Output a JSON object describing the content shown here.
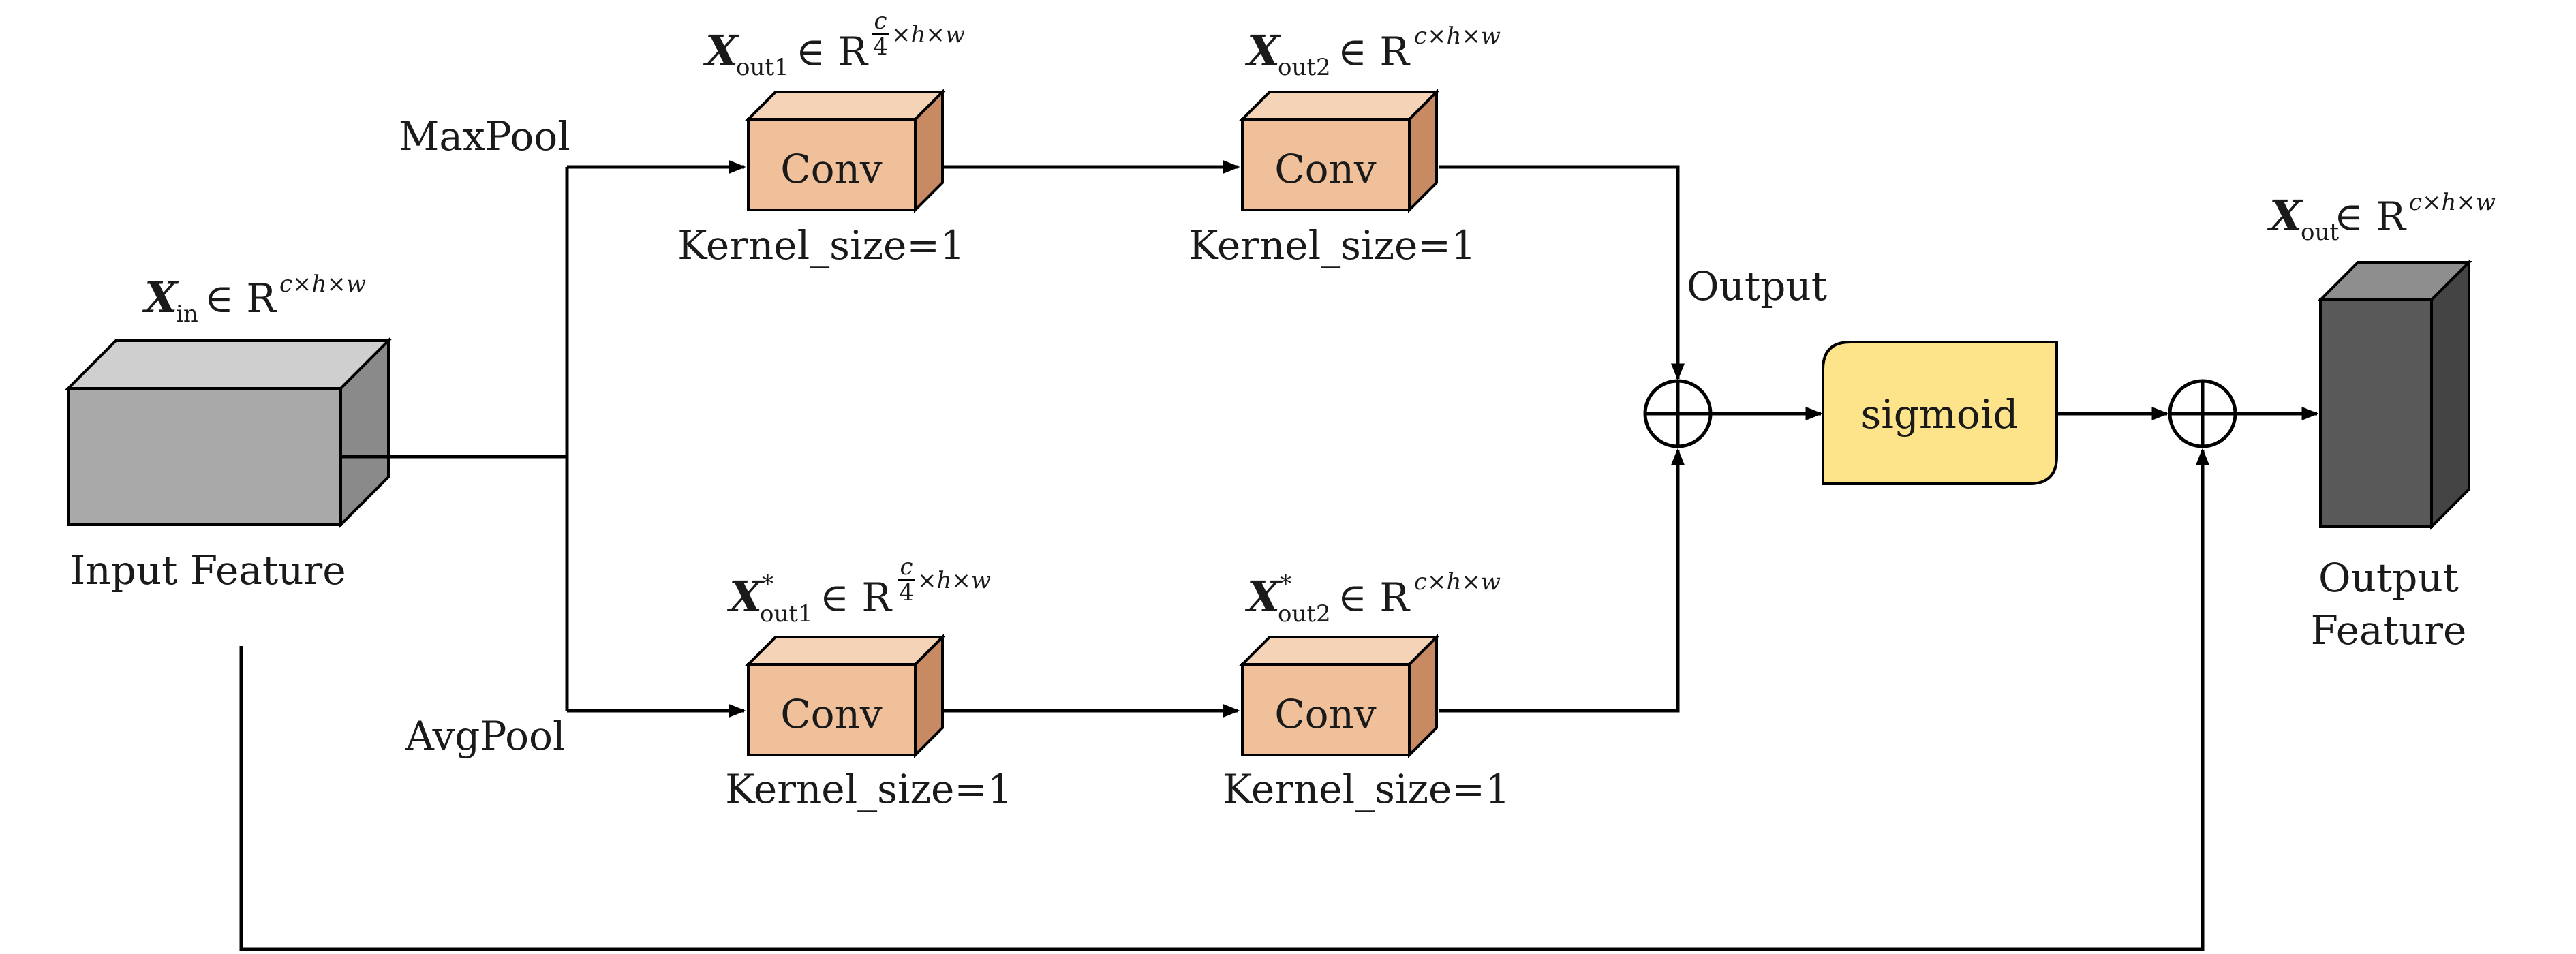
{
  "diagram": {
    "input_feature": {
      "label": "Input Feature",
      "formula_var": "X",
      "formula_sub": "in",
      "formula_rel": "∈ R",
      "formula_sup": "c×h×w"
    },
    "max_branch_label": "MaxPool",
    "avg_branch_label": "AvgPool",
    "conv_label": "Conv",
    "kernel_label": "Kernel_size=1",
    "out1": {
      "var": "X",
      "sub": "out1",
      "rel": "∈ R",
      "frac_num": "c",
      "frac_den": "4",
      "sup_rest": "×h×w"
    },
    "out2": {
      "var": "X",
      "sub": "out2",
      "rel": "∈ R",
      "sup": "c×h×w"
    },
    "out1_star": {
      "var": "X",
      "star": "*",
      "sub": "out1",
      "rel": "∈ R",
      "frac_num": "c",
      "frac_den": "4",
      "sup_rest": "×h×w"
    },
    "out2_star": {
      "var": "X",
      "star": "*",
      "sub": "out2",
      "rel": "∈ R",
      "sup": "c×h×w"
    },
    "output_label": "Output",
    "sigmoid_label": "sigmoid",
    "output_feature": {
      "label_line1": "Output",
      "label_line2": "Feature",
      "formula_var": "X",
      "formula_sub": "out",
      "formula_rel": "∈ R",
      "formula_sup": "c×h×w"
    },
    "colors": {
      "conv_front": "#f0c09a",
      "conv_top": "#f4d3b6",
      "conv_side": "#c88a62",
      "input_front": "#a9a9a9",
      "input_top": "#cfcfcf",
      "input_side": "#8a8a8a",
      "output_front": "#595959",
      "output_top": "#8e8e8e",
      "output_side": "#444444",
      "sigmoid_fill": "#fde38a"
    }
  }
}
